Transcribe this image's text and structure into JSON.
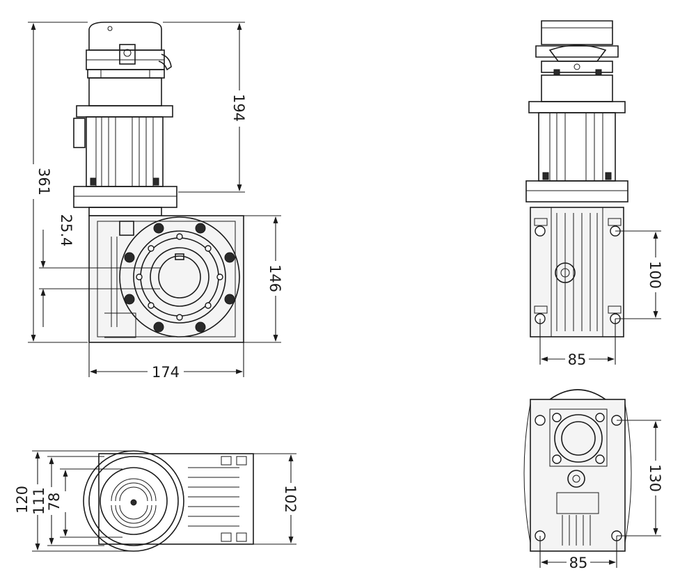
{
  "drawing": {
    "dimensions": {
      "overall_height": "361",
      "motor_height": "194",
      "shaft_offset": "25.4",
      "housing_height": "146",
      "housing_width": "174",
      "side_hole_spacing": "100",
      "side_width": "85",
      "bottom_hole_spacing": "130",
      "bottom_width": "85",
      "top_width_outer": "120",
      "top_width_mid": "111",
      "top_width_inner": "78",
      "top_length": "102"
    }
  }
}
